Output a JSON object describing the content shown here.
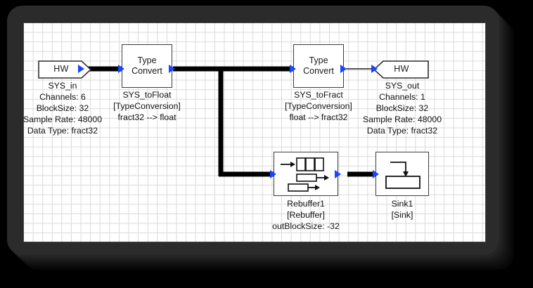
{
  "app": {
    "title": "Signal Flow Block Diagram",
    "canvas": {
      "background": "#ffffff",
      "grid_color": "#d9d9d9",
      "frame_color": "#2b2b2b",
      "wire_color": "#000000",
      "port_color": "#1a44ff"
    }
  },
  "blocks": [
    {
      "id": "sys_in",
      "kind": "hardware-source",
      "box_label": "HW",
      "name": "SYS_in",
      "properties": [
        "Channels: 6",
        "BlockSize: 32",
        "Sample Rate: 48000",
        "Data Type: fract32"
      ],
      "caption": "SYS_in\nChannels: 6\nBlockSize: 32\nSample Rate: 48000\nData Type: fract32"
    },
    {
      "id": "sys_tofloat",
      "kind": "type-convert",
      "box_label": "Type\nConvert",
      "name": "SYS_toFloat",
      "type": "[TypeConversion]",
      "conversion": "fract32 --> float",
      "caption": "SYS_toFloat\n[TypeConversion]\nfract32 --> float"
    },
    {
      "id": "sys_tofract",
      "kind": "type-convert",
      "box_label": "Type\nConvert",
      "name": "SYS_toFract",
      "type": "[TypeConversion]",
      "conversion": "float --> fract32",
      "caption": "SYS_toFract\n[TypeConversion]\nfloat --> fract32"
    },
    {
      "id": "sys_out",
      "kind": "hardware-sink",
      "box_label": "HW",
      "name": "SYS_out",
      "properties": [
        "Channels: 1",
        "BlockSize: 32",
        "Sample Rate: 48000",
        "Data Type: fract32"
      ],
      "caption": "SYS_out\nChannels: 1\nBlockSize: 32\nSample Rate: 48000\nData Type: fract32"
    },
    {
      "id": "rebuffer1",
      "kind": "rebuffer",
      "name": "Rebuffer1",
      "type": "[Rebuffer]",
      "param": "outBlockSize: -32",
      "caption": "Rebuffer1\n[Rebuffer]\noutBlockSize: -32"
    },
    {
      "id": "sink1",
      "kind": "sink",
      "name": "Sink1",
      "type": "[Sink]",
      "caption": "Sink1\n[Sink]"
    }
  ],
  "wires": [
    {
      "from": "sys_in",
      "to": "sys_tofloat",
      "style": "thick"
    },
    {
      "from": "sys_tofloat",
      "to": "sys_tofract",
      "style": "thick"
    },
    {
      "from": "sys_tofloat",
      "to": "rebuffer1",
      "style": "thick",
      "routing": "branch-down"
    },
    {
      "from": "sys_tofract",
      "to": "sys_out",
      "style": "thin"
    },
    {
      "from": "rebuffer1",
      "to": "sink1",
      "style": "thick"
    }
  ]
}
